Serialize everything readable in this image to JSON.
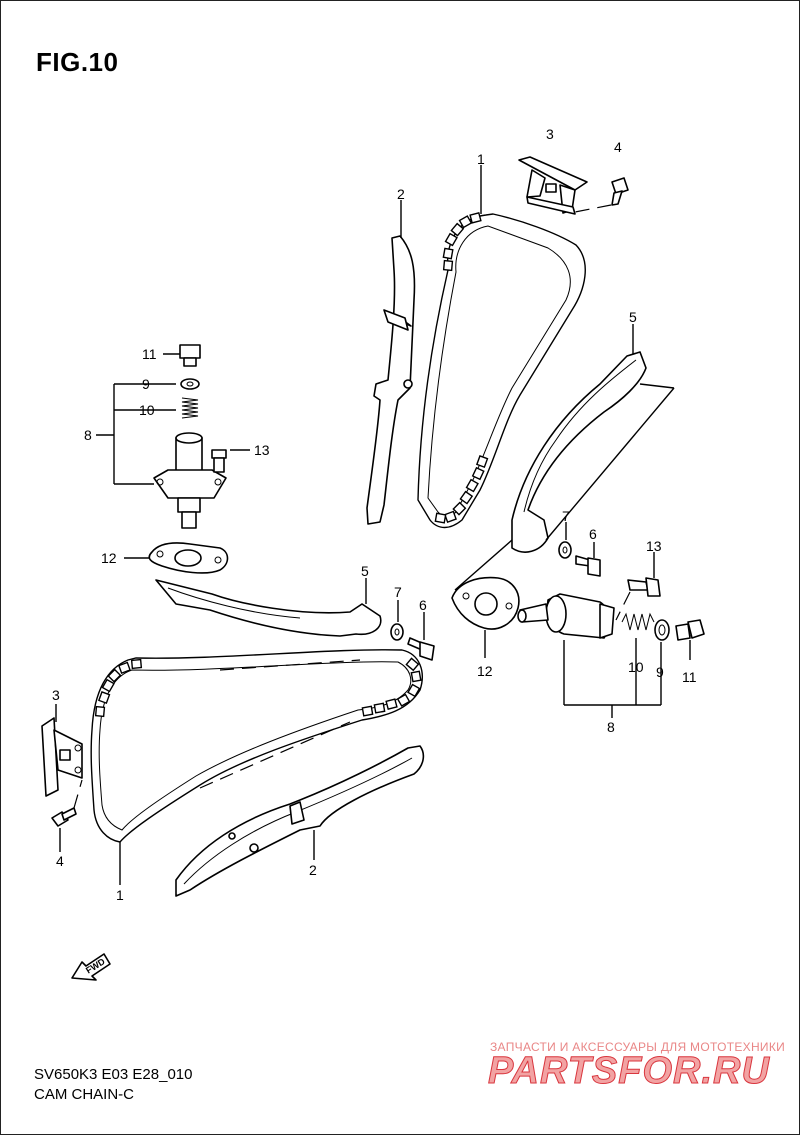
{
  "figure": {
    "title": "FIG.10",
    "model_line": "SV650K3 E03 E28_010",
    "section_name": "CAM CHAIN-C"
  },
  "callouts": {
    "front_cam_chain": "1",
    "front_guide": "2",
    "front_guide_plate": "3",
    "front_plate_bolt": "4",
    "front_tensioner": "5",
    "front_bolt": "6",
    "front_washer": "7",
    "front_adjuster_assy": "8",
    "front_gasket_9": "9",
    "front_spring": "10",
    "front_cap_bolt": "11",
    "front_gasket_12": "12",
    "front_bolt_13": "13",
    "rear_cam_chain": "1",
    "rear_guide": "2",
    "rear_guide_plate": "3",
    "rear_plate_bolt": "4",
    "rear_tensioner": "5",
    "rear_bolt": "6",
    "rear_washer": "7",
    "rear_adjuster_assy": "8",
    "rear_gasket_9": "9",
    "rear_spring": "10",
    "rear_cap_bolt": "11",
    "rear_gasket_12": "12",
    "rear_bolt_13": "13"
  },
  "fwd_label": "FWD",
  "watermark": {
    "top_line": "ЗАПЧАСТИ И АКСЕССУАРЫ ДЛЯ МОТОТЕХНИКИ",
    "brand": "PARTSFOR.RU"
  }
}
